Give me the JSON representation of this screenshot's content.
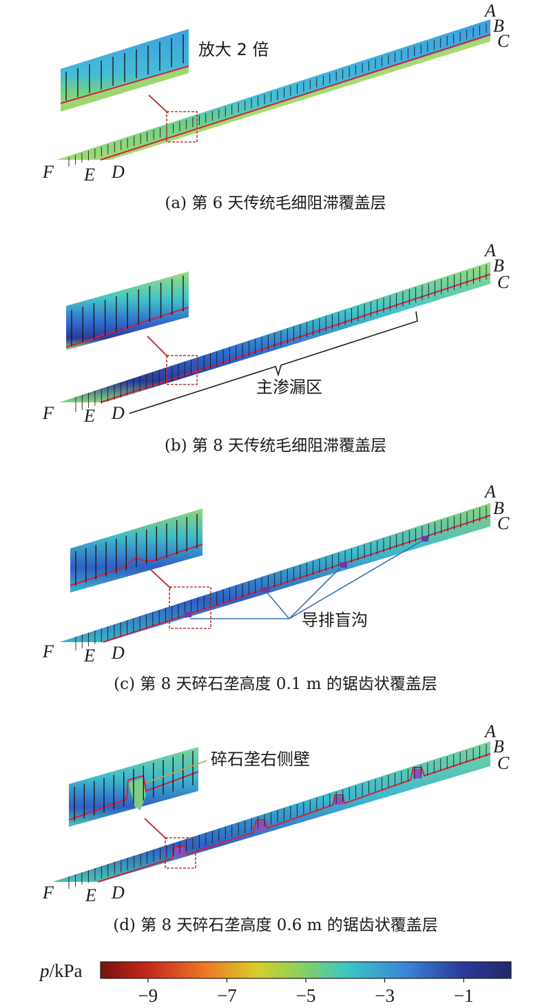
{
  "panels": [
    {
      "id": "a",
      "caption": "(a) 第 6 天传统毛细阻滞覆盖层",
      "labels": {
        "A": "A",
        "B": "B",
        "C": "C",
        "D": "D",
        "E": "E",
        "F": "F"
      },
      "inset_note": "放大 2 倍"
    },
    {
      "id": "b",
      "caption": "(b) 第 8 天传统毛细阻滞覆盖层",
      "labels": {
        "A": "A",
        "B": "B",
        "C": "C",
        "D": "D",
        "E": "E",
        "F": "F"
      },
      "zone_note": "主渗漏区"
    },
    {
      "id": "c",
      "caption": "(c) 第 8 天碎石垄高度 0.1 m 的锯齿状覆盖层",
      "labels": {
        "A": "A",
        "B": "B",
        "C": "C",
        "D": "D",
        "E": "E",
        "F": "F"
      },
      "ditch_note": "导排盲沟"
    },
    {
      "id": "d",
      "caption": "(d) 第 8 天碎石垄高度 0.6 m 的锯齿状覆盖层",
      "labels": {
        "A": "A",
        "B": "B",
        "C": "C",
        "D": "D",
        "E": "E",
        "F": "F"
      },
      "wall_note": "碎石垄右侧壁"
    }
  ],
  "colorbar": {
    "label_italic": "p",
    "label_unit": "/kPa",
    "ticks": [
      -9,
      -7,
      -5,
      -3,
      -1
    ],
    "min": -10.2,
    "max": 0.2,
    "colors": [
      "#7a1010",
      "#c62a1e",
      "#ee7a25",
      "#d6cf2a",
      "#8fd05a",
      "#3cc6c2",
      "#3b86d8",
      "#2a3a9a",
      "#23286b"
    ]
  },
  "colors": {
    "interface_line": "#d61e3c",
    "zoom_box": "#b83a3a",
    "leader_blue": "#3a6fb0",
    "leader_orange": "#e0973e"
  }
}
